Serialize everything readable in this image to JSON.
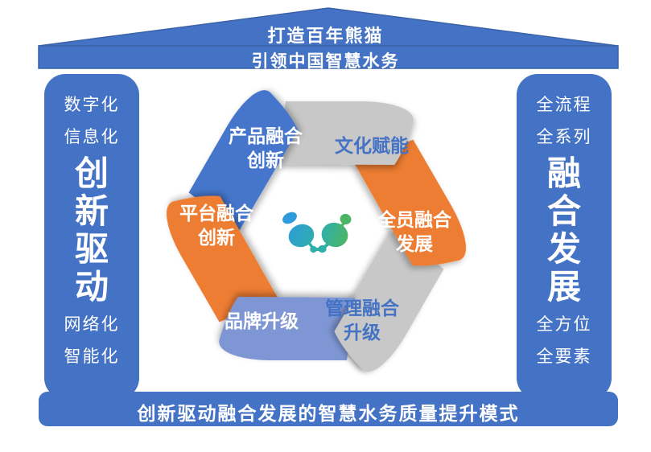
{
  "roof": {
    "top_label": "打造百年熊猫",
    "banner_label": "引领中国智慧水务"
  },
  "left_pillar": {
    "top_items": [
      "数字化",
      "信息化"
    ],
    "main_label": "创新驱动",
    "bottom_items": [
      "网络化",
      "智能化"
    ]
  },
  "right_pillar": {
    "top_items": [
      "全流程",
      "全系列"
    ],
    "main_label": "融合发展",
    "bottom_items": [
      "全方位",
      "全要素"
    ]
  },
  "hexagon": {
    "segments": [
      {
        "id": "product",
        "label": "产品融合创新",
        "lines": [
          "产品融合",
          "创新"
        ],
        "color": "#4576CB",
        "text_color": "#FFFFFF"
      },
      {
        "id": "culture",
        "label": "文化赋能",
        "lines": [
          "文化赋能"
        ],
        "color": "#C8C8C8",
        "text_color": "#4472C4"
      },
      {
        "id": "staff",
        "label": "全员融合发展",
        "lines": [
          "全员融合",
          "发展"
        ],
        "color": "#ED7D31",
        "text_color": "#FFFFFF"
      },
      {
        "id": "management",
        "label": "管理融合升级",
        "lines": [
          "管理融合",
          "升级"
        ],
        "color": "#C8C8C8",
        "text_color": "#4472C4"
      },
      {
        "id": "brand",
        "label": "品牌升级",
        "lines": [
          "品牌升级"
        ],
        "color": "#7E96D3",
        "text_color": "#FFFFFF"
      },
      {
        "id": "platform",
        "label": "平台融合创新",
        "lines": [
          "平台融合",
          "创新"
        ],
        "color": "#ED7D31",
        "text_color": "#FFFFFF"
      }
    ],
    "logo_icon": "panda-water-molecule-logo",
    "logo_colors": {
      "blue": "#2E9BDA",
      "teal": "#2FAFA9",
      "green": "#4CB565"
    }
  },
  "base_bar": {
    "label": "创新驱动融合发展的智慧水务质量提升模式"
  },
  "colors": {
    "structure_blue": "#4472C4",
    "structure_outline": "#3A62A8"
  }
}
